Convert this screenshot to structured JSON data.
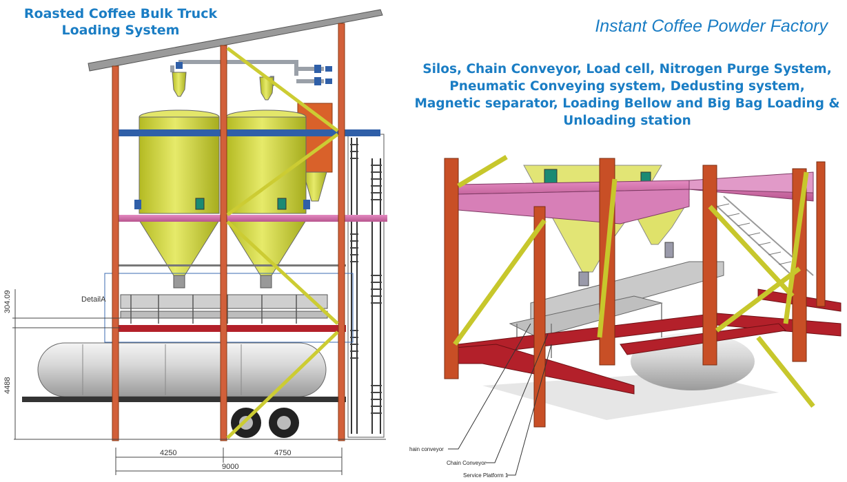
{
  "left_title": [
    "Roasted Coffee Bulk Truck",
    "Loading System"
  ],
  "right_title": "Instant Coffee Powder Factory",
  "subtitle_lines": [
    "Silos, Chain Conveyor, Load cell, Nitrogen Purge System,",
    "Pneumatic Conveying system, Dedusting system,",
    "Magnetic separator, Loading Bellow and Big Bag Loading &",
    "Unloading  station"
  ],
  "dimensions": {
    "detail": "DetailA",
    "v1": "304.09",
    "v2": "4488",
    "h1": "4250",
    "h2": "4750",
    "h_total": "9000"
  },
  "callouts": {
    "c1": "hain conveyor",
    "c2": "Chain Conveyor",
    "c3": "Service Platform 1"
  },
  "colors": {
    "accent_blue": "#1a7dc4",
    "silo_yellow": "#d6dc3a",
    "column_orange": "#d2603a",
    "beam_blue": "#2f5fa8",
    "beam_pink": "#d86fb0",
    "frame_red": "#b3202a",
    "brace_yellow": "#cccc33"
  }
}
